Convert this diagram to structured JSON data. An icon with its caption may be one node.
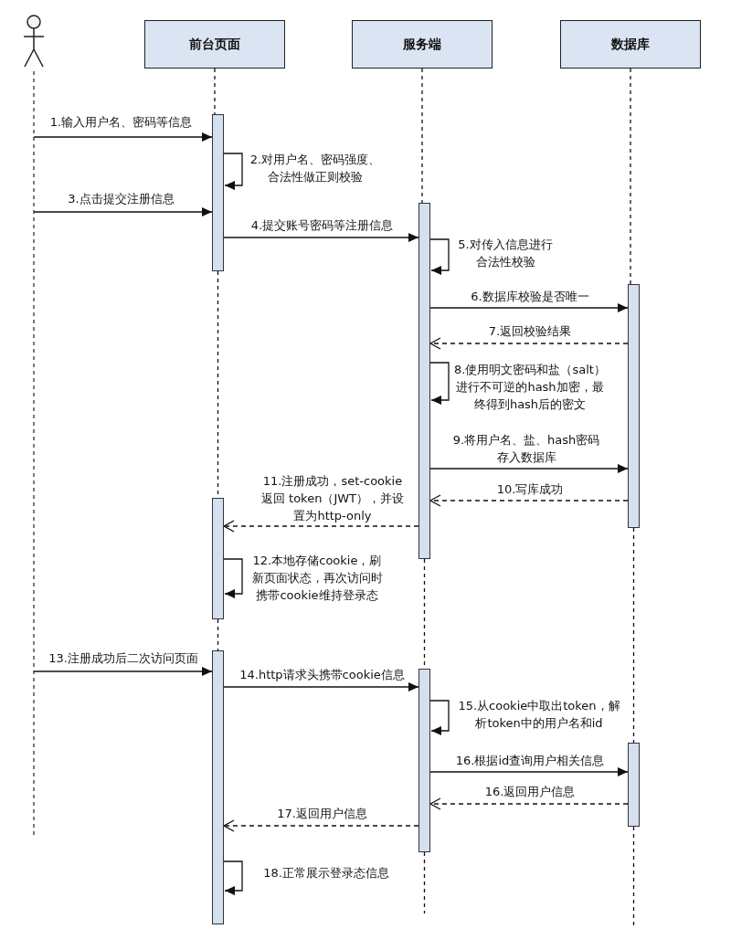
{
  "diagram": {
    "nodes": [
      {
        "text": [],
        "shape": "person"
      },
      {
        "text": [
          "前台页面"
        ]
      },
      {
        "text": [
          "服务端"
        ]
      },
      {
        "text": [
          "数据库"
        ]
      },
      {
        "text": [],
        "shape": "bar"
      },
      {
        "text": [],
        "shape": "bar"
      },
      {
        "text": [],
        "shape": "bar"
      },
      {
        "text": [],
        "shape": "bar"
      },
      {
        "text": [],
        "shape": "bar"
      },
      {
        "text": [],
        "shape": "bar"
      },
      {
        "text": [],
        "shape": "bar"
      }
    ],
    "edges": [
      {
        "from": 0,
        "to": 4,
        "arrow": "to",
        "label": "1.输入用户名、密码等信息"
      },
      {
        "from": 4,
        "to": 4,
        "arrow": "to",
        "label": "2.对用户名、密码强度、合法性做正则校验"
      },
      {
        "from": 0,
        "to": 4,
        "arrow": "to",
        "label": "3.点击提交注册信息"
      },
      {
        "from": 4,
        "to": 5,
        "arrow": "to",
        "label": "4.提交账号密码等注册信息"
      },
      {
        "from": 5,
        "to": 5,
        "arrow": "to",
        "label": "5.对传入信息进行合法性校验"
      },
      {
        "from": 5,
        "to": 6,
        "arrow": "to",
        "label": "6.数据库校验是否唯一"
      },
      {
        "from": 6,
        "to": 5,
        "arrow": "to",
        "label": "7.返回校验结果",
        "style": "dashed"
      },
      {
        "from": 5,
        "to": 5,
        "arrow": "to",
        "label": "8.使用明文密码和盐（salt）进行不可逆的hash加密，最终得到hash后的密文"
      },
      {
        "from": 5,
        "to": 6,
        "arrow": "to",
        "label": "9.将用户名、盐、hash密码存入数据库"
      },
      {
        "from": 6,
        "to": 5,
        "arrow": "to",
        "label": "10.写库成功",
        "style": "dashed"
      },
      {
        "from": 5,
        "to": 7,
        "arrow": "to",
        "label": "11.注册成功，set-cookie 返回 token（JWT），并设置为http-only",
        "style": "dashed"
      },
      {
        "from": 7,
        "to": 7,
        "arrow": "to",
        "label": "12.本地存储cookie，刷新页面状态，再次访问时携带cookie维持登录态"
      },
      {
        "from": 0,
        "to": 8,
        "arrow": "to",
        "label": "13.注册成功后二次访问页面"
      },
      {
        "from": 8,
        "to": 9,
        "arrow": "to",
        "label": "14.http请求头携带cookie信息"
      },
      {
        "from": 9,
        "to": 9,
        "arrow": "to",
        "label": "15.从cookie中取出token，解析token中的用户名和id"
      },
      {
        "from": 9,
        "to": 10,
        "arrow": "to",
        "label": "16.根据id查询用户相关信息"
      },
      {
        "from": 10,
        "to": 9,
        "arrow": "to",
        "label": "16.返回用户信息",
        "style": "dashed"
      },
      {
        "from": 9,
        "to": 8,
        "arrow": "to",
        "label": "17.返回用户信息",
        "style": "dashed"
      },
      {
        "from": 8,
        "to": 8,
        "arrow": "to",
        "label": "18.正常展示登录态信息"
      },
      {
        "from": 1,
        "to": 4,
        "arrow": "none",
        "style": "dashed"
      },
      {
        "from": 4,
        "to": 7,
        "arrow": "none",
        "style": "dashed"
      },
      {
        "from": 7,
        "to": 8,
        "arrow": "none",
        "style": "dashed"
      },
      {
        "from": 2,
        "to": 5,
        "arrow": "none",
        "style": "dashed"
      },
      {
        "from": 5,
        "to": 9,
        "arrow": "none",
        "style": "dashed"
      },
      {
        "from": 9,
        "to": null,
        "arrow": "none",
        "style": "dashed"
      },
      {
        "from": 3,
        "to": 6,
        "arrow": "none",
        "style": "dashed"
      },
      {
        "from": 6,
        "to": 10,
        "arrow": "none",
        "style": "dashed"
      },
      {
        "from": 10,
        "to": null,
        "arrow": "none",
        "style": "dashed"
      }
    ]
  }
}
